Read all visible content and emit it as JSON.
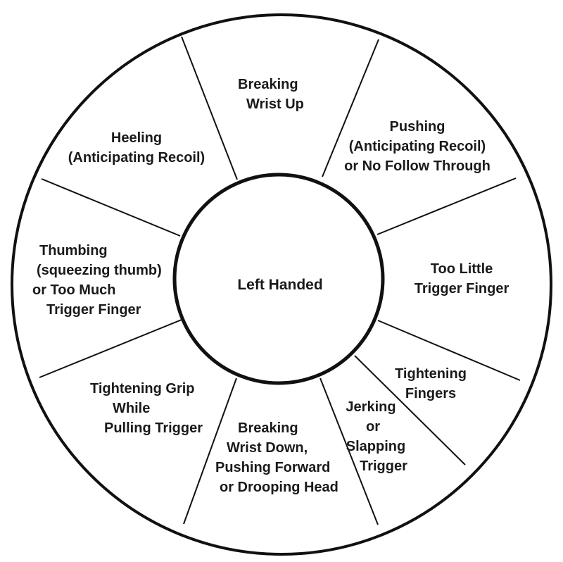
{
  "center": {
    "label": "Left Handed"
  },
  "segments": [
    {
      "id": "breaking-wrist-up",
      "lines": [
        "Breaking",
        "Wrist Up"
      ]
    },
    {
      "id": "pushing",
      "lines": [
        "Pushing",
        "(Anticipating Recoil)",
        "or No Follow Through"
      ]
    },
    {
      "id": "too-little-trigger-finger",
      "lines": [
        "Too Little",
        "Trigger Finger"
      ]
    },
    {
      "id": "tightening-fingers",
      "lines": [
        "Tightening",
        "Fingers"
      ]
    },
    {
      "id": "jerking-or-slapping-trigger",
      "lines": [
        "Jerking",
        "or",
        "Slapping",
        "Trigger"
      ]
    },
    {
      "id": "breaking-wrist-down",
      "lines": [
        "Breaking",
        "Wrist Down,",
        "Pushing Forward",
        "or Drooping Head"
      ]
    },
    {
      "id": "tightening-grip",
      "lines": [
        "Tightening Grip",
        "While",
        "Pulling Trigger"
      ]
    },
    {
      "id": "thumbing",
      "lines": [
        "Thumbing",
        "(squeezing thumb)",
        "or Too Much",
        "Trigger Finger"
      ]
    },
    {
      "id": "heeling",
      "lines": [
        "Heeling",
        "(Anticipating Recoil)"
      ]
    }
  ]
}
